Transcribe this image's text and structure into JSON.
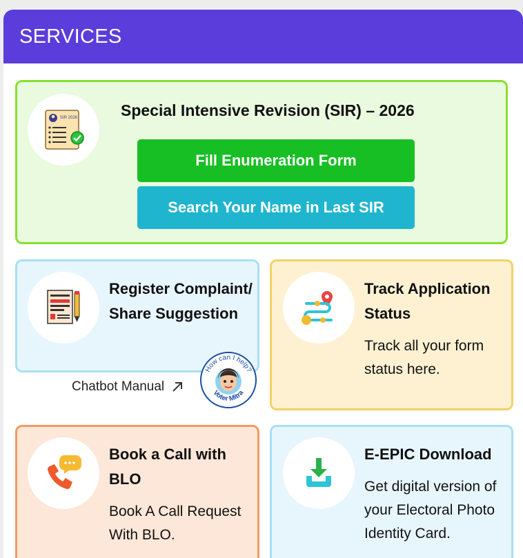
{
  "header": {
    "title": "SERVICES"
  },
  "sir": {
    "title": "Special Intensive Revision (SIR) – 2026",
    "icon_label": "SIR 2026",
    "fill_form_label": "Fill Enumeration Form",
    "search_label": "Search Your Name in Last SIR"
  },
  "complaint": {
    "title": "Register Complaint/ Share Suggestion"
  },
  "track": {
    "title": "Track Application Status",
    "desc": "Track all your form status here."
  },
  "chatbot": {
    "manual_label": "Chatbot Manual",
    "mitra_top": "How can I help?",
    "mitra_bottom": "Voter Mitra"
  },
  "blo": {
    "title": "Book a Call with BLO",
    "desc": "Book A Call Request With BLO."
  },
  "epic": {
    "title": "E-EPIC Download",
    "desc": "Get digital version of your Electoral Photo Identity Card."
  },
  "colors": {
    "header": "#5a3ddb",
    "green_button": "#17bf24",
    "teal_button": "#1fb5cf"
  },
  "icons": [
    "sir-form-icon",
    "complaint-document-icon",
    "location-route-icon",
    "phone-chat-icon",
    "download-icon",
    "arrow-up-right-icon",
    "voter-mitra-avatar-icon"
  ]
}
